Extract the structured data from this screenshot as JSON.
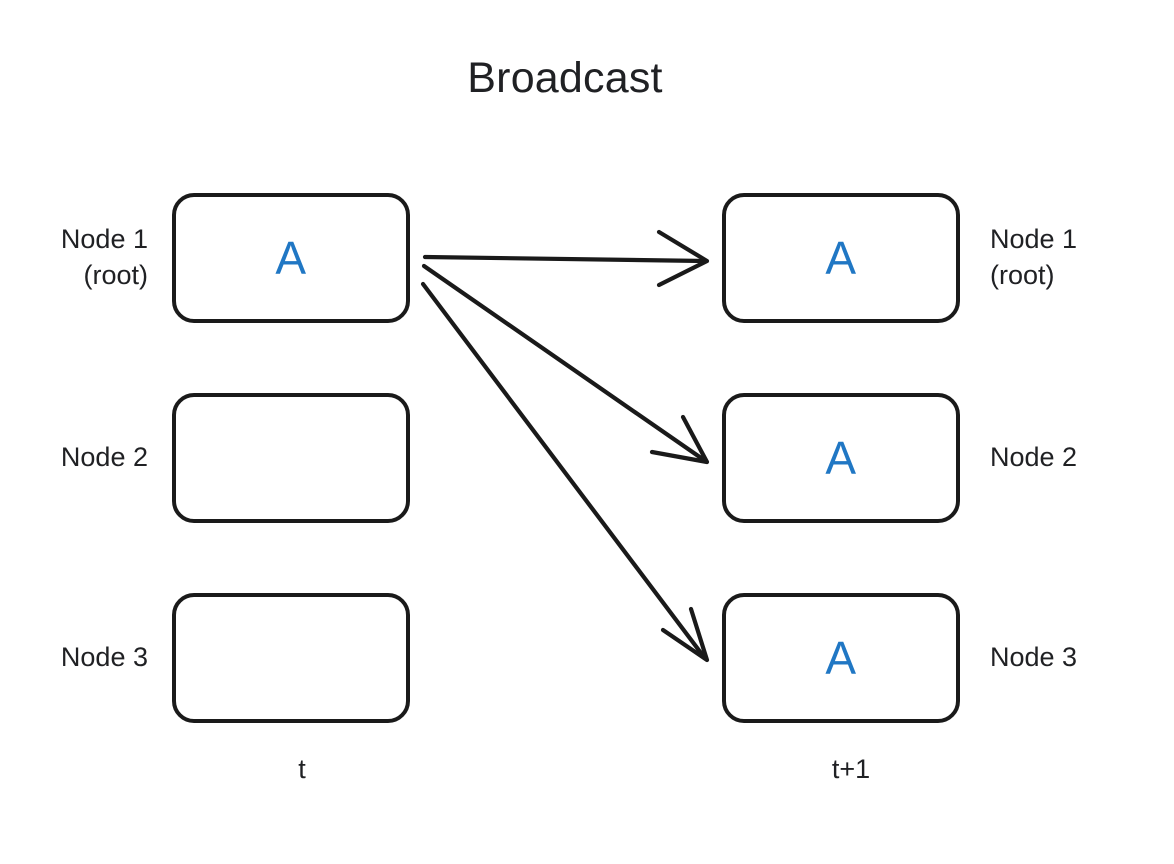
{
  "diagram": {
    "title": "Broadcast",
    "type": "distributed-systems-timeline",
    "accent_color": "#2077c4",
    "line_color": "#1a1a1a",
    "text_color": "#202124",
    "background_color": "#ffffff"
  },
  "columns": [
    {
      "id": "before",
      "time_label": "t"
    },
    {
      "id": "after",
      "time_label": "t+1"
    }
  ],
  "rows": [
    {
      "id": "node-1",
      "left_label": "Node 1\n(root)",
      "right_label": "Node 1\n(root)",
      "before_value": "A",
      "after_value": "A"
    },
    {
      "id": "node-2",
      "left_label": "Node 2",
      "right_label": "Node 2",
      "before_value": "",
      "after_value": "A"
    },
    {
      "id": "node-3",
      "left_label": "Node 3",
      "right_label": "Node 3",
      "before_value": "",
      "after_value": "A"
    }
  ],
  "arrows": [
    {
      "id": "arrow-root-to-node1",
      "from": "node-1@t",
      "to": "node-1@t+1",
      "label": ""
    },
    {
      "id": "arrow-root-to-node2",
      "from": "node-1@t",
      "to": "node-2@t+1",
      "label": ""
    },
    {
      "id": "arrow-root-to-node3",
      "from": "node-1@t",
      "to": "node-3@t+1",
      "label": ""
    }
  ]
}
